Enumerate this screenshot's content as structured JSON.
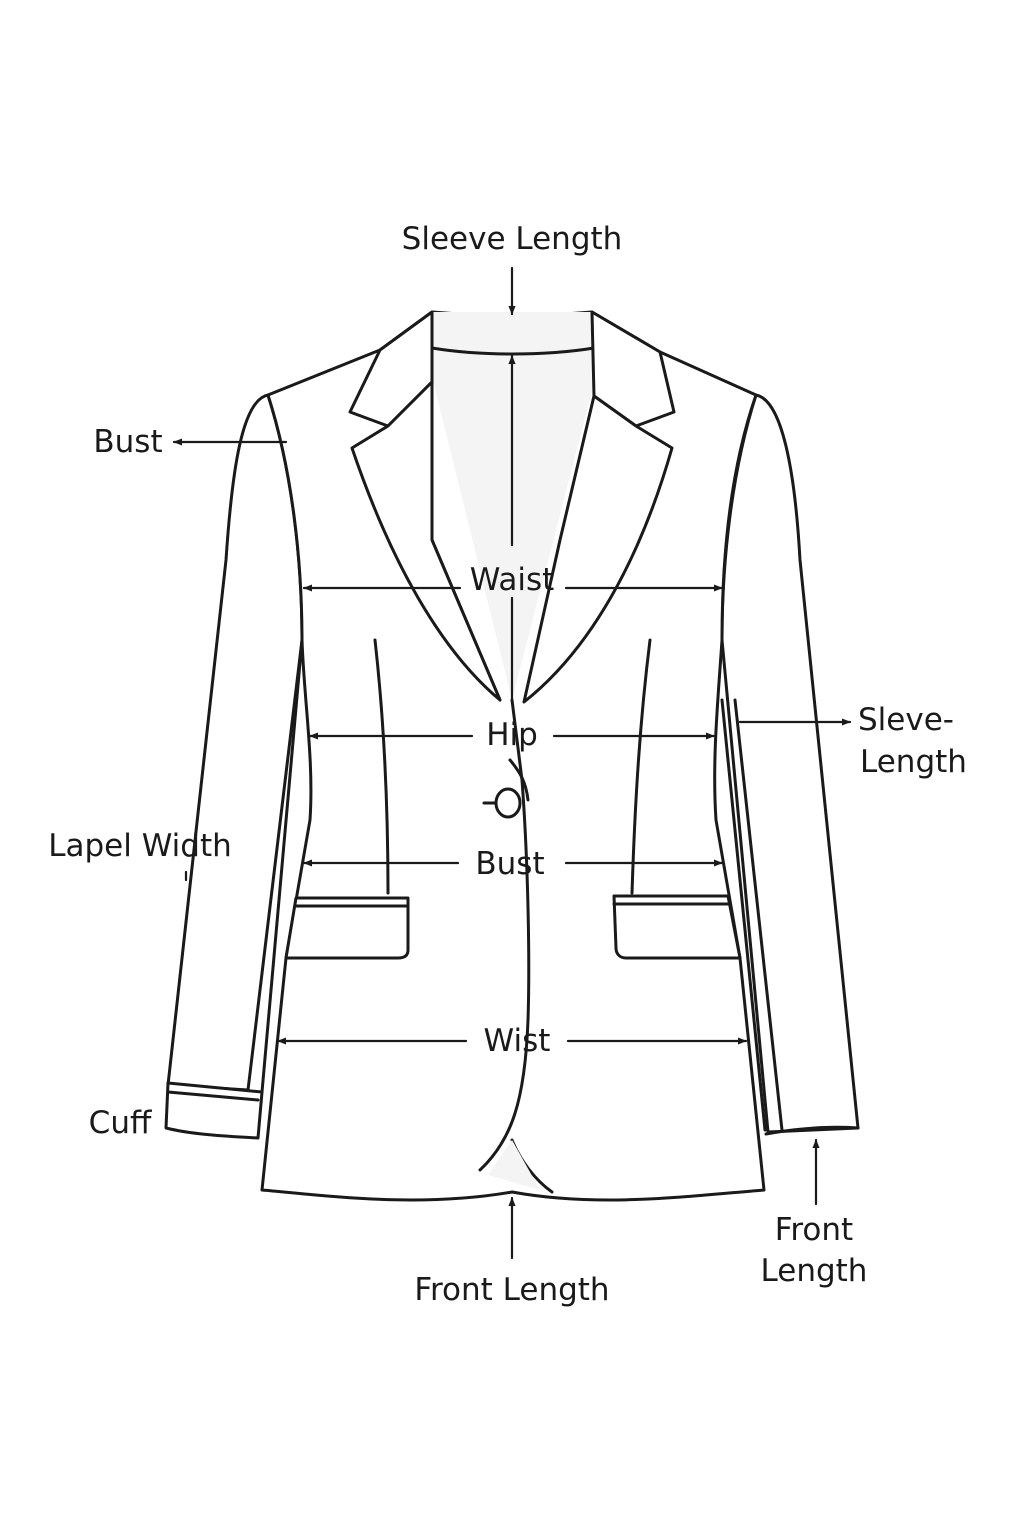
{
  "labels": {
    "sleeve_length_top": "Sleeve Length",
    "bust_left": "Bust",
    "waist": "Waist",
    "hip": "Hip",
    "sleeve_length_right_line1": "Sleve-",
    "sleeve_length_right_line2": "Length",
    "lapel_width": "Lapel Width",
    "bust_center": "Bust",
    "wist": "Wist",
    "cuff": "Cuff",
    "front_length_right_line1": "Front",
    "front_length_right_line2": "Length",
    "front_length_bottom": "Front Length"
  },
  "colors": {
    "line": "#1a1a1a",
    "background": "#ffffff",
    "lining": "#f4f4f4"
  }
}
